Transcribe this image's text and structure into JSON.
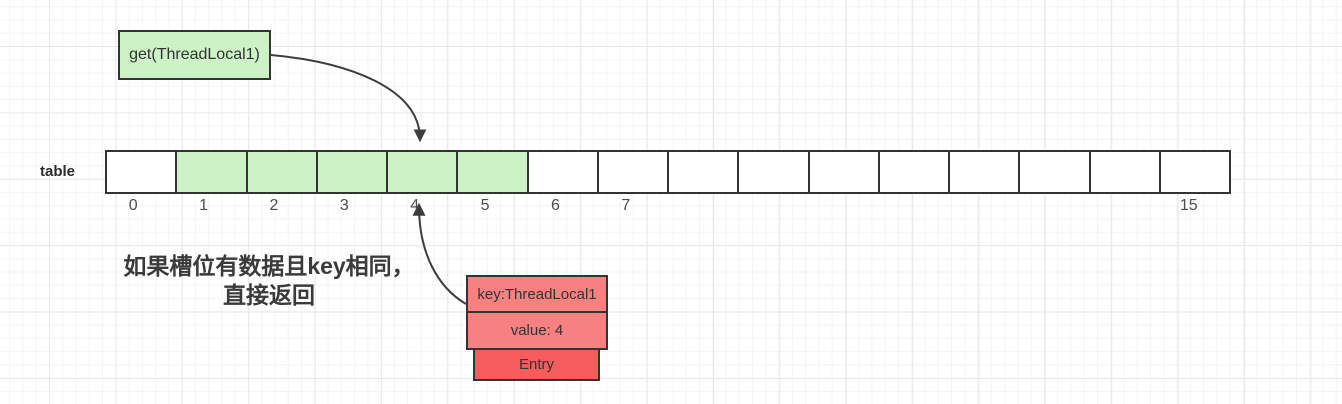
{
  "colors": {
    "background": "#ffffff",
    "grid_minor": "#f4f4f4",
    "grid_major": "#e8e8e8",
    "green_fill": "#ccf2c6",
    "salmon_fill": "#f78080",
    "red_fill": "#f65c5c",
    "stroke": "#333333",
    "arrow": "#3d3d3d"
  },
  "get_box": {
    "label": "get(ThreadLocal1)"
  },
  "table": {
    "label": "table",
    "slot_count": 16,
    "slots": [
      {
        "index": 0,
        "label": "0",
        "filled": false
      },
      {
        "index": 1,
        "label": "1",
        "filled": true
      },
      {
        "index": 2,
        "label": "2",
        "filled": true
      },
      {
        "index": 3,
        "label": "3",
        "filled": true
      },
      {
        "index": 4,
        "label": "4",
        "filled": true
      },
      {
        "index": 5,
        "label": "5",
        "filled": true
      },
      {
        "index": 6,
        "label": "6",
        "filled": false
      },
      {
        "index": 7,
        "label": "7",
        "filled": false
      },
      {
        "index": 8,
        "label": "",
        "filled": false
      },
      {
        "index": 9,
        "label": "",
        "filled": false
      },
      {
        "index": 10,
        "label": "",
        "filled": false
      },
      {
        "index": 11,
        "label": "",
        "filled": false
      },
      {
        "index": 12,
        "label": "",
        "filled": false
      },
      {
        "index": 13,
        "label": "",
        "filled": false
      },
      {
        "index": 14,
        "label": "",
        "filled": false
      },
      {
        "index": 15,
        "label": "15",
        "filled": false
      }
    ]
  },
  "note": {
    "line1": "如果槽位有数据且key相同，",
    "line2": "直接返回"
  },
  "entry": {
    "key_label": "key:ThreadLocal1",
    "value_label": "value: 4",
    "title": "Entry"
  },
  "arrows": [
    {
      "name": "get-to-slot4",
      "from": "get-box",
      "to": "slot-4-top"
    },
    {
      "name": "entry-to-slot4",
      "from": "entry-key-box",
      "to": "slot-4-bottom"
    }
  ]
}
